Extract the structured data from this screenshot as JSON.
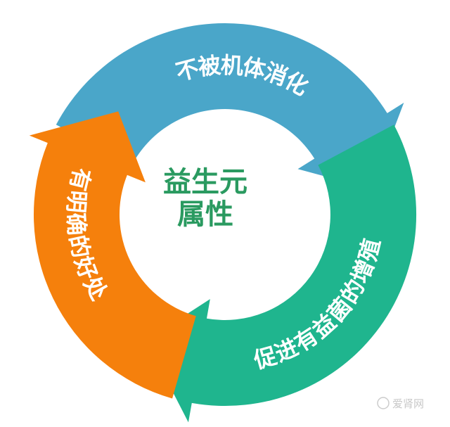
{
  "colors": {
    "blue": "#4aa6c9",
    "green": "#1fb58e",
    "orange": "#f5800c",
    "center_text": "#2a9a60"
  },
  "cycle": [
    {
      "label": "不被机体消化",
      "color_key": "blue"
    },
    {
      "label": "促进有益菌的增殖",
      "color_key": "green"
    },
    {
      "label": "有明确的好处",
      "color_key": "orange"
    }
  ],
  "center": {
    "line1": "益生元",
    "line2": "属性"
  },
  "watermark": "爱肾网"
}
